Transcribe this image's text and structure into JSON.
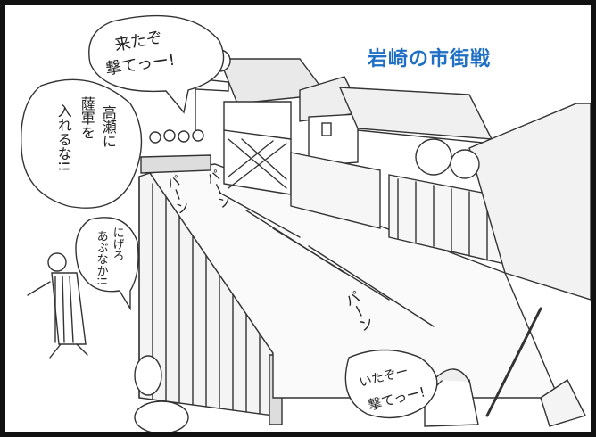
{
  "title": "岩崎の市街戦",
  "bubbles": {
    "top_left_line1": "来たぞ",
    "top_left_line2": "撃てっー!",
    "left_col1": "高瀬に",
    "left_col2": "薩軍を",
    "left_col3": "入れるな!!",
    "middle_col1": "にげろ",
    "middle_col2": "あぶなか!!",
    "bottom_right_line1": "いたぞー",
    "bottom_right_line2": "撃てっー!"
  },
  "sound_effects": {
    "gunshot_1": "パーン",
    "gunshot_2": "パーン",
    "gunshot_3": "パーン"
  },
  "colors": {
    "title": "#1f6fc4",
    "ink": "#222222",
    "border": "#111111"
  }
}
